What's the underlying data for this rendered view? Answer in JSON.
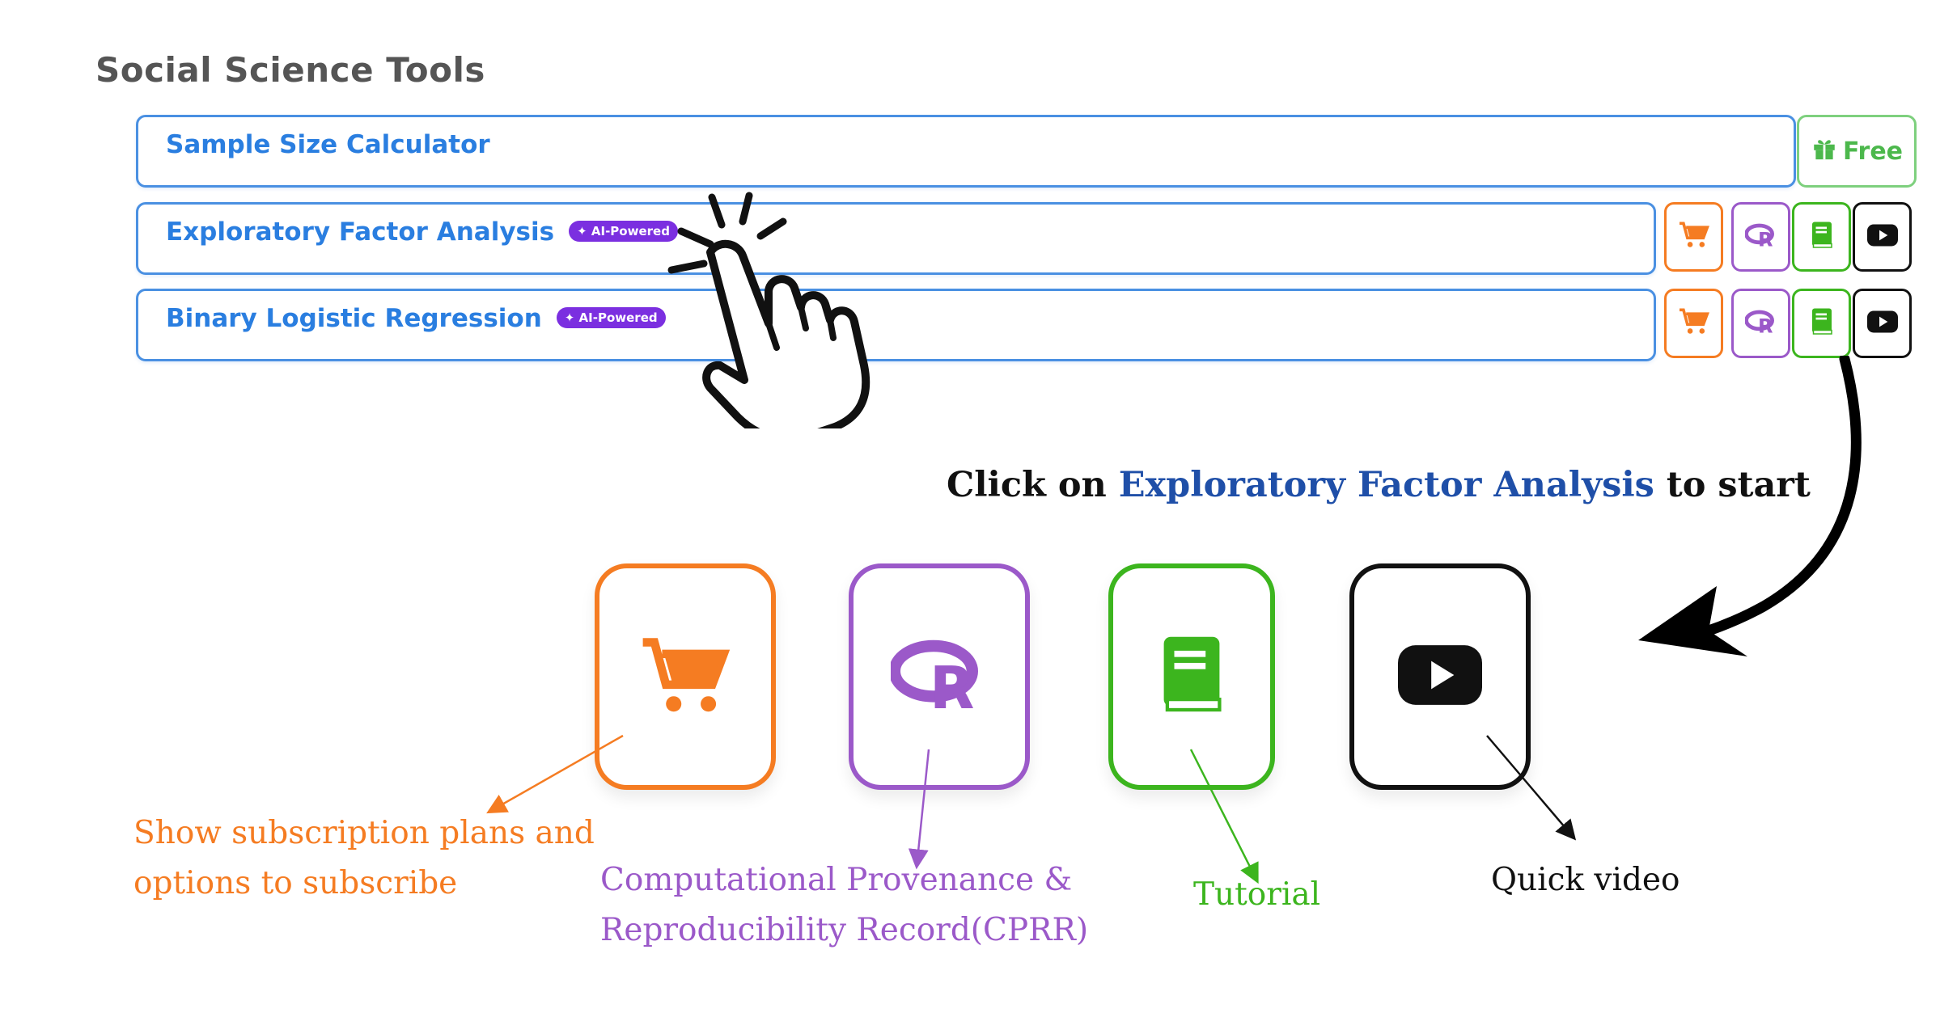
{
  "section": {
    "title": "Social Science Tools"
  },
  "tools": [
    {
      "label": "Sample Size Calculator",
      "badge": ""
    },
    {
      "label": "Exploratory Factor Analysis",
      "badge": "✦ AI-Powered"
    },
    {
      "label": "Binary Logistic Regression",
      "badge": "✦ AI-Powered"
    }
  ],
  "free_button": {
    "label": "Free",
    "icon": "gift-icon"
  },
  "row_buttons": [
    {
      "name": "cart-button",
      "icon": "cart-icon",
      "color": "#f57c22"
    },
    {
      "name": "r-button",
      "icon": "r-logo-icon",
      "color": "#9b59c9"
    },
    {
      "name": "tutorial-button",
      "icon": "book-icon",
      "color": "#3cb51e"
    },
    {
      "name": "video-button",
      "icon": "youtube-icon",
      "color": "#111111"
    }
  ],
  "instruction": {
    "prefix": "Click on ",
    "highlight": "Exploratory Factor Analysis",
    "suffix": " to start"
  },
  "annotations": {
    "cart_line1": "Show subscription plans and",
    "cart_line2": "options to subscribe",
    "cprr_line1": "Computational Provenance &",
    "cprr_line2": "Reproducibility Record(CPRR)",
    "tutorial": "Tutorial",
    "video": "Quick video"
  },
  "colors": {
    "accent_blue": "#2a7ee0",
    "orange": "#f57c22",
    "purple": "#9b59c9",
    "green": "#3cb51e",
    "black": "#111111",
    "ai_badge": "#7b2fe0"
  }
}
